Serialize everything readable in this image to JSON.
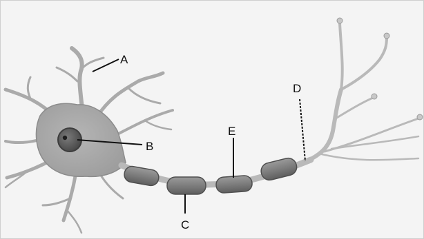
{
  "diagram": {
    "labels": {
      "a": "A",
      "b": "B",
      "c": "C",
      "d": "D",
      "e": "E"
    }
  },
  "colors": {
    "background": "#f4f4f4",
    "cell_body": "#ababab",
    "cell_outline": "#8a8a8a",
    "nucleus": "#6a6a6a",
    "nucleus_dark": "#333333",
    "myelin": "#7d7d7d",
    "myelin_outline": "#4f4f4f",
    "axon": "#b9b9b9",
    "dendrite": "#b0b0b0",
    "pointer": "#111111"
  }
}
